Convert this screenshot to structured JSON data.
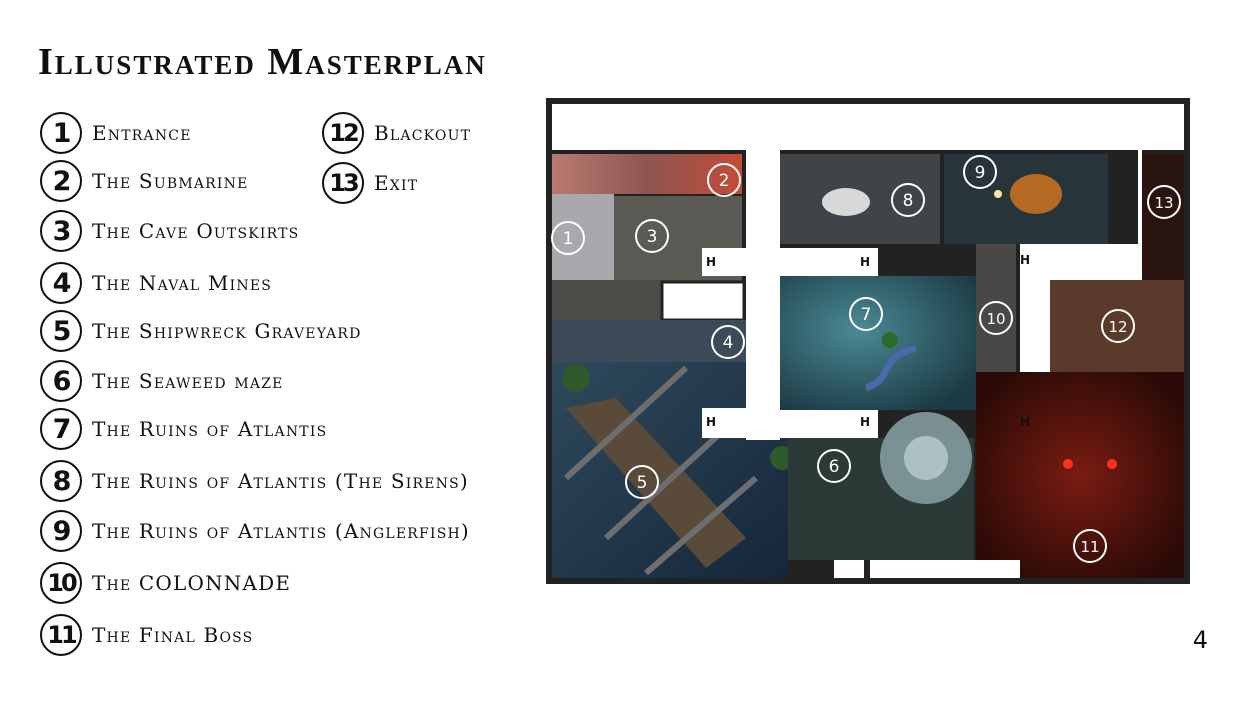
{
  "title": "Illustrated Masterplan",
  "legend": [
    {
      "num": "1",
      "label": "Entrance"
    },
    {
      "num": "2",
      "label": "The Submarine"
    },
    {
      "num": "3",
      "label": "The Cave Outskirts"
    },
    {
      "num": "4",
      "label": "The Naval Mines"
    },
    {
      "num": "5",
      "label": "The Shipwreck Graveyard"
    },
    {
      "num": "6",
      "label": "The Seaweed maze"
    },
    {
      "num": "7",
      "label": "The Ruins of Atlantis"
    },
    {
      "num": "8",
      "label": "The Ruins of Atlantis (The Sirens)"
    },
    {
      "num": "9",
      "label": "The Ruins of Atlantis (Anglerfish)"
    },
    {
      "num": "10",
      "label": "The COLONNADE"
    },
    {
      "num": "11",
      "label": "The Final Boss"
    },
    {
      "num": "12",
      "label": "Blackout"
    },
    {
      "num": "13",
      "label": "Exit"
    }
  ],
  "map": {
    "room_numbers": [
      "1",
      "2",
      "3",
      "4",
      "5",
      "6",
      "7",
      "8",
      "9",
      "10",
      "11",
      "12",
      "13"
    ],
    "door_mark": "H"
  },
  "page_number": "4"
}
